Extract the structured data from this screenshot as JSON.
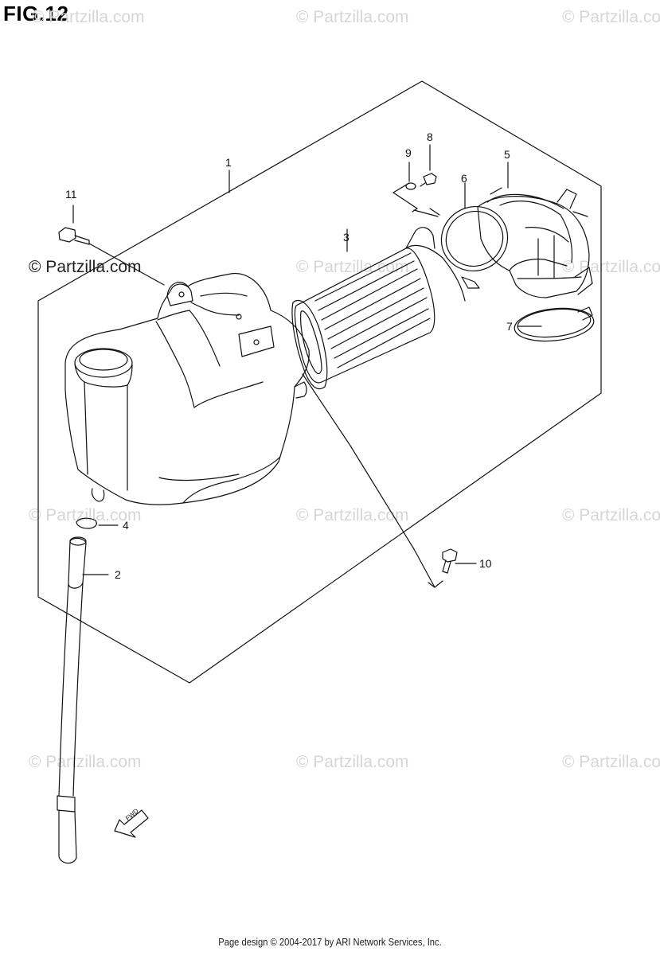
{
  "figure_title": "FIG.12",
  "watermark_text": "© Partzilla.com",
  "watermark_dark_text": "© Partzilla.com",
  "callouts": [
    "1",
    "2",
    "3",
    "4",
    "5",
    "6",
    "7",
    "8",
    "9",
    "10",
    "11"
  ],
  "fwd_label": "FWD",
  "footer": "Page design © 2004-2017 by ARI Network Services, Inc.",
  "colors": {
    "line": "#111111",
    "watermark": "#d6d6d6",
    "background": "#ffffff"
  }
}
